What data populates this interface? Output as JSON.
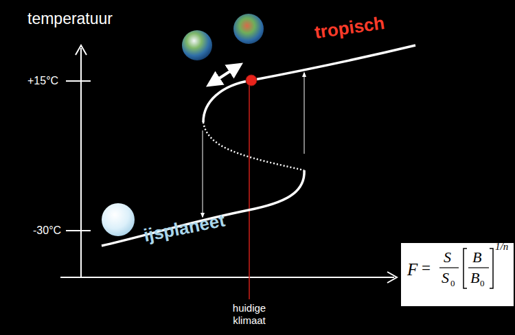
{
  "diagram": {
    "labels": [
      "temperatuur",
      "+15°C",
      "-30°C",
      "tropisch",
      "ijsplaneet",
      "huidige klimaat",
      "F",
      "=",
      "S",
      "S",
      "0",
      "B",
      "B",
      "0",
      "1/n"
    ]
  }
}
